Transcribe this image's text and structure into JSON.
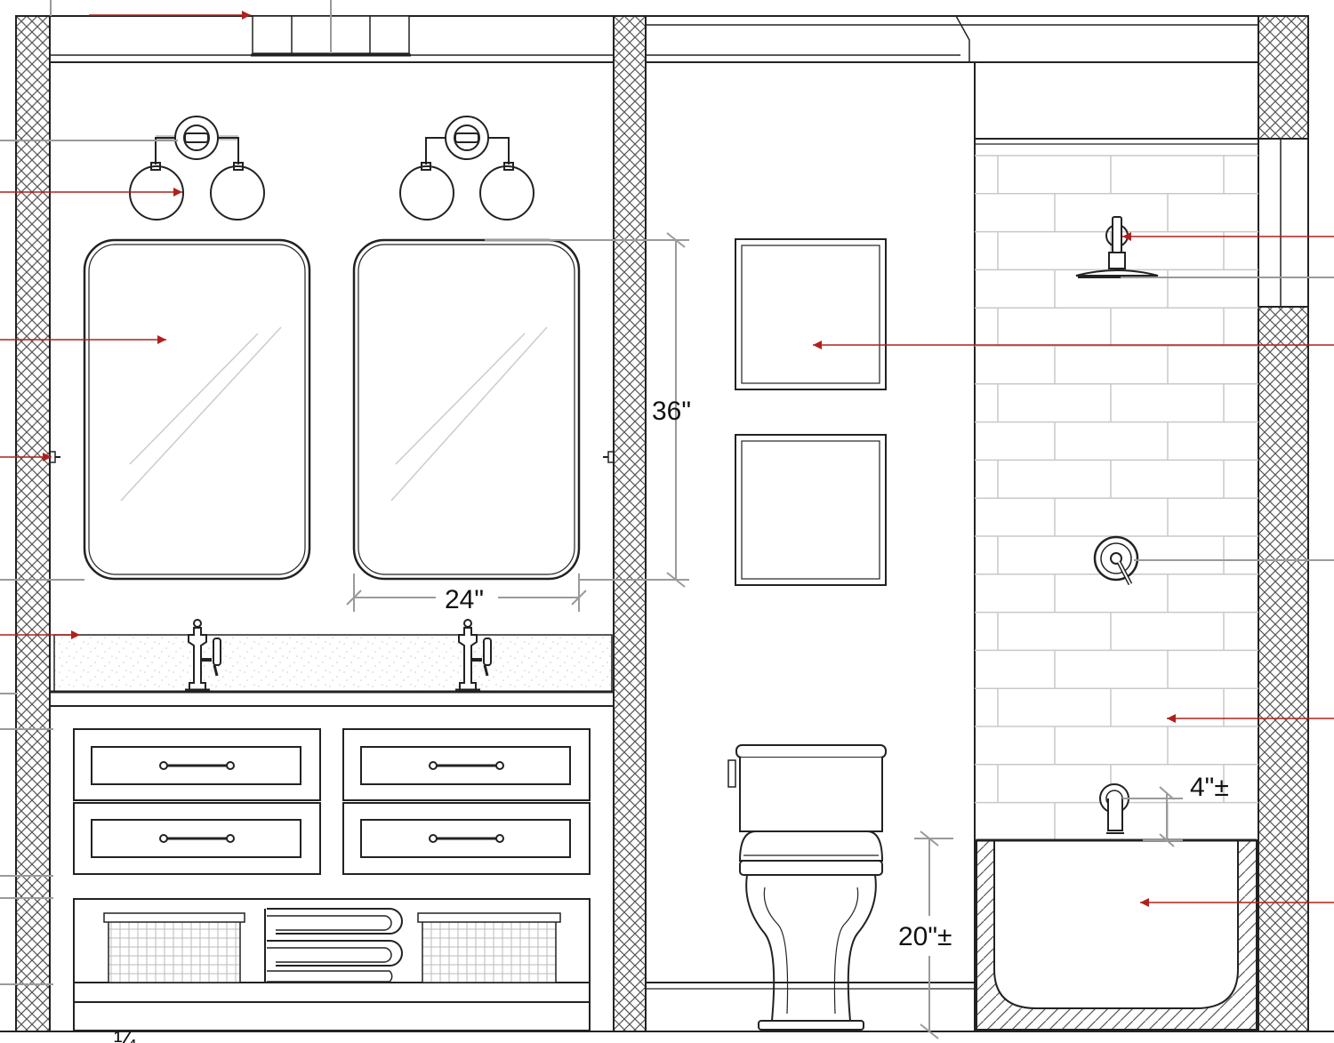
{
  "dimensions": {
    "mirror_height": "36\"",
    "mirror_width": "24\"",
    "toilet_height": "20\"±",
    "tub_spout_height": "4\"±"
  },
  "colors": {
    "line": "#222222",
    "leader": "#9a9a9a",
    "arrow": "#b0201c",
    "hatch": "#555555",
    "tile": "#c8c8c8"
  },
  "partial_label": "¼"
}
